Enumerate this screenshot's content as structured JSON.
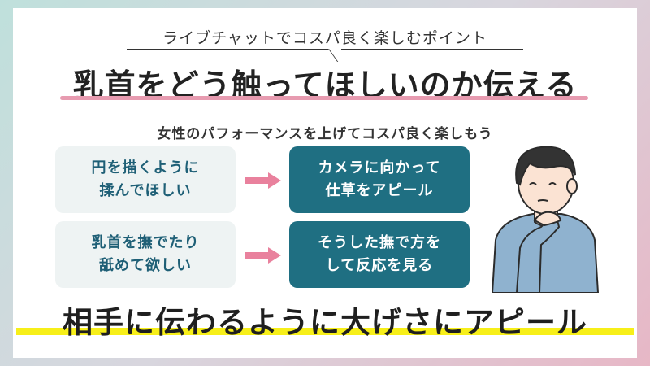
{
  "kicker": "ライブチャットでコスパ良く楽しむポイント",
  "title": "乳首をどう触ってほしいのか伝える",
  "subtitle": "女性のパフォーマンスを上げてコスパ良く楽しもう",
  "rows": [
    {
      "request": "円を描くように\n揉んでほしい",
      "action": "カメラに向かって\n仕草をアピール"
    },
    {
      "request": "乳首を撫でたり\n舐めて欲しい",
      "action": "そうした撫で方を\nして反応を見る"
    }
  ],
  "headline": "相手に伝わるように大げさにアピール",
  "colors": {
    "accent_teal": "#1f6f82",
    "light_box": "#eef3f3",
    "arrow_pink": "#e9819d",
    "title_underline": "#e79bb0",
    "headline_highlight": "#f7ef19"
  }
}
